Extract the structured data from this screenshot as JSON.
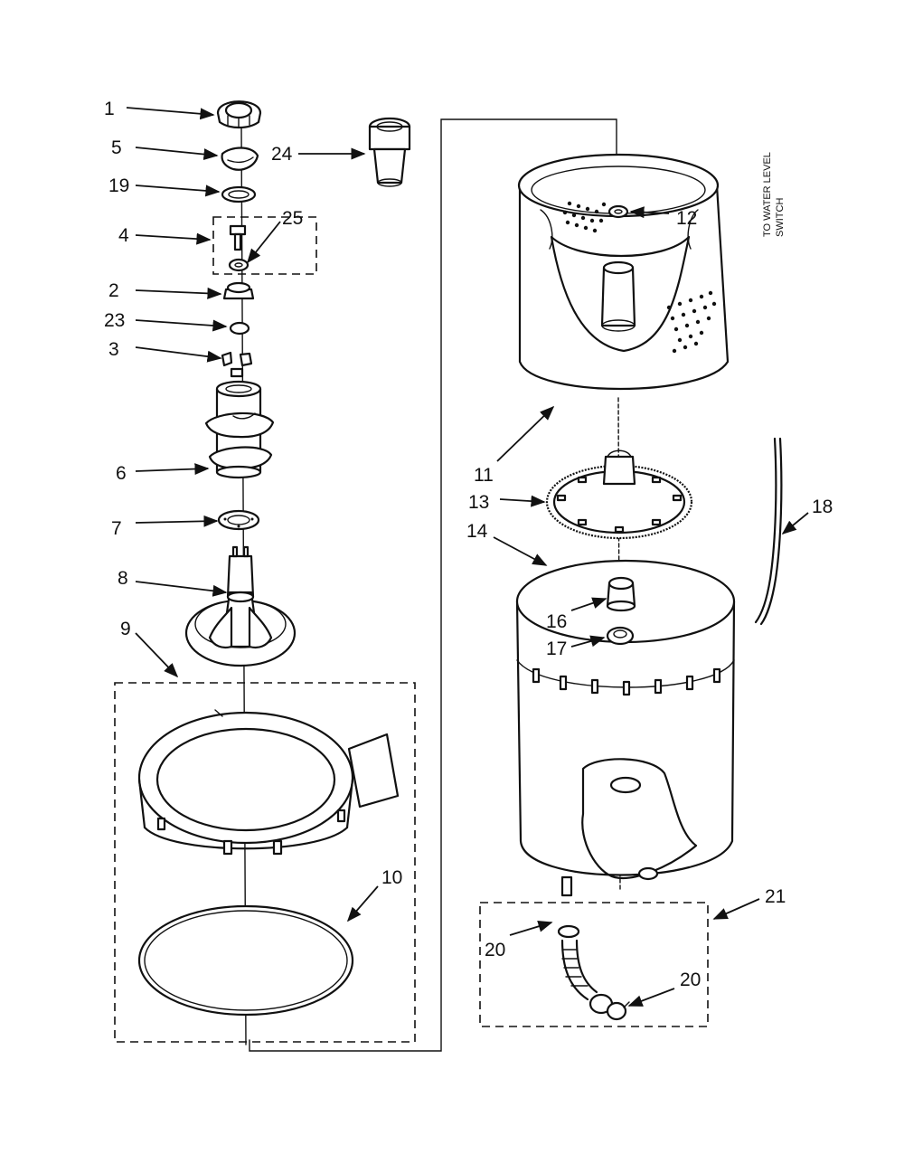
{
  "diagram": {
    "callouts": {
      "c1": "1",
      "c5": "5",
      "c19": "19",
      "c4": "4",
      "c25": "25",
      "c2": "2",
      "c23": "23",
      "c3": "3",
      "c6": "6",
      "c7": "7",
      "c8": "8",
      "c9": "9",
      "c10": "10",
      "c24": "24",
      "c12": "12",
      "c11": "11",
      "c13": "13",
      "c14": "14",
      "c16": "16",
      "c17": "17",
      "c18": "18",
      "c21": "21",
      "c20a": "20",
      "c20b": "20"
    },
    "side_note": {
      "line1": "TO WATER LEVEL",
      "line2": "SWITCH"
    }
  },
  "colors": {
    "ink": "#111111",
    "paper": "#ffffff"
  }
}
